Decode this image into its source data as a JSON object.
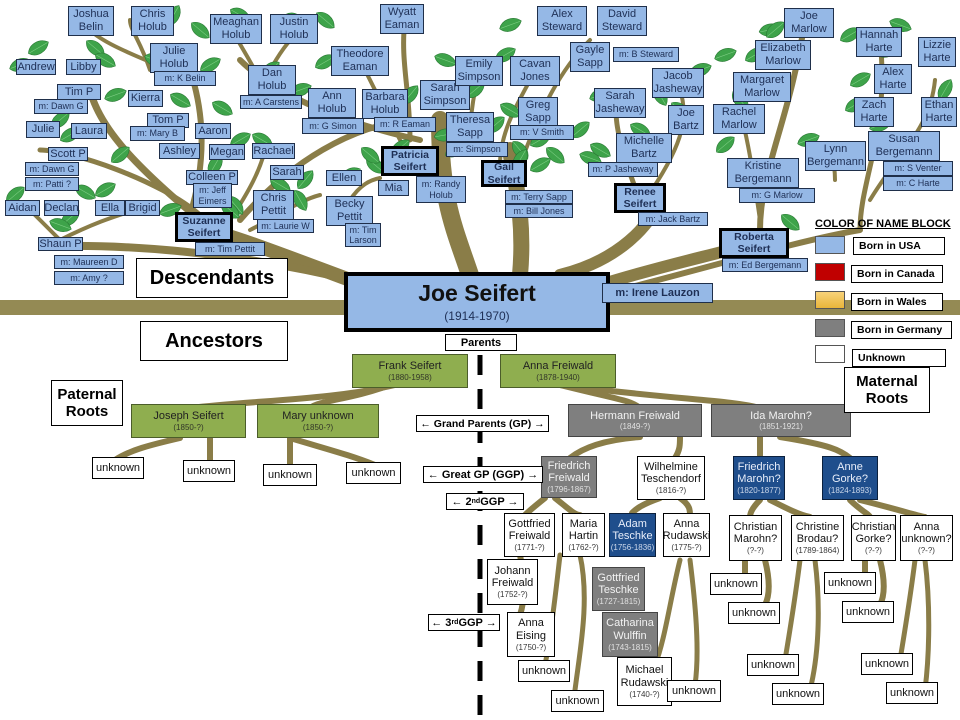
{
  "colors": {
    "usa": "#95b8e6",
    "canada": "#c00000",
    "wales": "#f5c35a",
    "germany": "#7f7f7f",
    "unknown": "#ffffff",
    "branch": "#9b8d5a",
    "grass": "#948a54",
    "leaf": "#3ea34a",
    "ancestor_root": "#8fae4f",
    "ancestor_navy": "#1f4e8c"
  },
  "root": {
    "name": "Joe Seifert",
    "years": "(1914-1970)",
    "spouse": "m: Irene Lauzon"
  },
  "section_labels": {
    "descendants": "Descendants",
    "ancestors": "Ancestors",
    "paternal": "Paternal Roots",
    "maternal": "Maternal Roots",
    "parents": "Parents",
    "gp": "← Grand Parents (GP) →",
    "ggp": "← Great GP (GGP) →",
    "ggp2": "← 2nd GGP →",
    "ggp3": "← 3rd GGP →"
  },
  "legend": {
    "title": "COLOR OF NAME BLOCK",
    "items": [
      {
        "label": "Born in USA",
        "color": "#95b8e6"
      },
      {
        "label": "Born in Canada",
        "color": "#c00000"
      },
      {
        "label": "Born in Wales",
        "color": "#f5c35a"
      },
      {
        "label": "Born in Germany",
        "color": "#7f7f7f"
      },
      {
        "label": "Unknown",
        "color": "#ffffff"
      }
    ]
  },
  "descendants": [
    {
      "t": "Joshua\nBelin",
      "k": "usa"
    },
    {
      "t": "Chris\nHolub",
      "k": "usa"
    },
    {
      "t": "Meaghan\nHolub",
      "k": "usa"
    },
    {
      "t": "Justin\nHolub",
      "k": "usa"
    },
    {
      "t": "Wyatt\nEaman",
      "k": "usa"
    },
    {
      "t": "Julie\nHolub",
      "k": "usa"
    },
    {
      "t": "m: K Belin",
      "k": "sp"
    },
    {
      "t": "Andrew",
      "k": "usa"
    },
    {
      "t": "Libby",
      "k": "usa"
    },
    {
      "t": "Tim P",
      "k": "usa"
    },
    {
      "t": "m: Dawn G",
      "k": "sp"
    },
    {
      "t": "Kierra",
      "k": "usa"
    },
    {
      "t": "Dan\nHolub",
      "k": "usa"
    },
    {
      "t": "m: A Carstens",
      "k": "sp"
    },
    {
      "t": "Theodore\nEaman",
      "k": "usa"
    },
    {
      "t": "Ann\nHolub",
      "k": "usa"
    },
    {
      "t": "m: G Simon",
      "k": "sp"
    },
    {
      "t": "Barbara\nHolub",
      "k": "usa"
    },
    {
      "t": "m: R Eaman",
      "k": "sp"
    },
    {
      "t": "Sarah\nSimpson",
      "k": "usa"
    },
    {
      "t": "Emily\nSimpson",
      "k": "usa"
    },
    {
      "t": "Theresa\nSapp",
      "k": "usa"
    },
    {
      "t": "m: Simpson",
      "k": "sp"
    },
    {
      "t": "Cavan\nJones",
      "k": "usa"
    },
    {
      "t": "Greg\nSapp",
      "k": "usa"
    },
    {
      "t": "m: V Smith",
      "k": "sp"
    },
    {
      "t": "Alex\nSteward",
      "k": "usa"
    },
    {
      "t": "David\nSteward",
      "k": "usa"
    },
    {
      "t": "Gayle\nSapp",
      "k": "usa"
    },
    {
      "t": "m: B Steward",
      "k": "sp"
    },
    {
      "t": "Sarah\nJasheway",
      "k": "usa"
    },
    {
      "t": "Jacob\nJasheway",
      "k": "usa"
    },
    {
      "t": "Joe\nBartz",
      "k": "usa"
    },
    {
      "t": "Michelle\nBartz",
      "k": "usa"
    },
    {
      "t": "m: P Jasheway",
      "k": "sp"
    },
    {
      "t": "Joe\nMarlow",
      "k": "usa"
    },
    {
      "t": "Elizabeth\nMarlow",
      "k": "usa"
    },
    {
      "t": "Margaret\nMarlow",
      "k": "usa"
    },
    {
      "t": "Rachel\nMarlow",
      "k": "usa"
    },
    {
      "t": "Hannah\nHarte",
      "k": "usa"
    },
    {
      "t": "Lizzie\nHarte",
      "k": "usa"
    },
    {
      "t": "Alex\nHarte",
      "k": "usa"
    },
    {
      "t": "Zach\nHarte",
      "k": "usa"
    },
    {
      "t": "Ethan\nHarte",
      "k": "usa"
    },
    {
      "t": "Susan\nBergemann",
      "k": "usa"
    },
    {
      "t": "m: S Venter",
      "k": "sp"
    },
    {
      "t": "m: C Harte",
      "k": "sp"
    },
    {
      "t": "Lynn\nBergemann",
      "k": "usa"
    },
    {
      "t": "Kristine\nBergemann",
      "k": "usa"
    },
    {
      "t": "m: G Marlow",
      "k": "sp"
    },
    {
      "t": "Julie",
      "k": "usa"
    },
    {
      "t": "Laura",
      "k": "usa"
    },
    {
      "t": "Scott P",
      "k": "usa"
    },
    {
      "t": "m: Dawn G",
      "k": "sp"
    },
    {
      "t": "m: Patti ?",
      "k": "sp"
    },
    {
      "t": "Tom P",
      "k": "usa"
    },
    {
      "t": "m: Mary B",
      "k": "sp"
    },
    {
      "t": "Aaron",
      "k": "usa"
    },
    {
      "t": "Ashley",
      "k": "usa"
    },
    {
      "t": "Megan",
      "k": "usa"
    },
    {
      "t": "Rachael",
      "k": "usa"
    },
    {
      "t": "Colleen P",
      "k": "usa"
    },
    {
      "t": "m: Jeff\nEimers",
      "k": "sp"
    },
    {
      "t": "Sarah",
      "k": "usa"
    },
    {
      "t": "Chris\nPettit",
      "k": "usa"
    },
    {
      "t": "m: Laurie W",
      "k": "sp"
    },
    {
      "t": "Ellen",
      "k": "usa"
    },
    {
      "t": "Mia",
      "k": "usa"
    },
    {
      "t": "Becky\nPettit",
      "k": "usa"
    },
    {
      "t": "m: Tim\nLarson",
      "k": "sp"
    },
    {
      "t": "Aidan",
      "k": "usa"
    },
    {
      "t": "Declan",
      "k": "usa"
    },
    {
      "t": "Ella",
      "k": "usa"
    },
    {
      "t": "Brigid",
      "k": "usa"
    },
    {
      "t": "Shaun P",
      "k": "usa"
    },
    {
      "t": "m: Maureen D",
      "k": "sp"
    },
    {
      "t": "m: Amy ?",
      "k": "sp"
    },
    {
      "t": "Suzanne\nSeifert",
      "k": "main"
    },
    {
      "t": "m: Tim Pettit",
      "k": "sp"
    },
    {
      "t": "Patricia\nSeifert",
      "k": "main"
    },
    {
      "t": "m: Randy\nHolub",
      "k": "sp"
    },
    {
      "t": "Gail\nSeifert",
      "k": "main"
    },
    {
      "t": "m: Terry Sapp",
      "k": "sp"
    },
    {
      "t": "m: Bill Jones",
      "k": "sp"
    },
    {
      "t": "Renee\nSeifert",
      "k": "main"
    },
    {
      "t": "m: Jack Bartz",
      "k": "sp"
    },
    {
      "t": "Roberta\nSeifert",
      "k": "main"
    },
    {
      "t": "m: Ed Bergemann",
      "k": "sp"
    }
  ],
  "ancestors": [
    {
      "t": "Frank Seifert",
      "y": "(1880-1958)",
      "k": "green"
    },
    {
      "t": "Anna Freiwald",
      "y": "(1878-1940)",
      "k": "green"
    },
    {
      "t": "Joseph Seifert",
      "y": "(1850-?)",
      "k": "green"
    },
    {
      "t": "Mary unknown",
      "y": "(1850-?)",
      "k": "green"
    },
    {
      "t": "Hermann Freiwald",
      "y": "(1849-?)",
      "k": "grey"
    },
    {
      "t": "Ida Marohn?",
      "y": "(1851-1921)",
      "k": "grey"
    },
    {
      "t": "Friedrich\nFreiwald",
      "y": "(1796-1867)",
      "k": "grey"
    },
    {
      "t": "Wilhelmine\nTeschendorf",
      "y": "(1816-?)",
      "k": "white"
    },
    {
      "t": "Friedrich\nMarohn?",
      "y": "(1820-1877)",
      "k": "navy"
    },
    {
      "t": "Anne\nGorke?",
      "y": "(1824-1893)",
      "k": "navy"
    },
    {
      "t": "Gottfried\nFreiwald",
      "y": "(1771-?)",
      "k": "white"
    },
    {
      "t": "Maria\nHartin",
      "y": "(1762-?)",
      "k": "white"
    },
    {
      "t": "Adam\nTeschke",
      "y": "(1756-1836)",
      "k": "navy"
    },
    {
      "t": "Anna\nRudawski",
      "y": "(1775-?)",
      "k": "white"
    },
    {
      "t": "Christian\nMarohn?",
      "y": "(?-?)",
      "k": "white"
    },
    {
      "t": "Christine\nBrodau?",
      "y": "(1789-1864)",
      "k": "white"
    },
    {
      "t": "Christian\nGorke?",
      "y": "(?-?)",
      "k": "white"
    },
    {
      "t": "Anna\nunknown?",
      "y": "(?-?)",
      "k": "white"
    },
    {
      "t": "Johann\nFreiwald",
      "y": "(1752-?)",
      "k": "white"
    },
    {
      "t": "Gottfried\nTeschke",
      "y": "(1727-1815)",
      "k": "grey"
    },
    {
      "t": "Anna\nEising",
      "y": "(1750-?)",
      "k": "white"
    },
    {
      "t": "Catharina\nWulffin",
      "y": "(1743-1815)",
      "k": "grey"
    },
    {
      "t": "Michael\nRudawski",
      "y": "(1740-?)",
      "k": "white"
    }
  ],
  "unknown_label": "unknown"
}
